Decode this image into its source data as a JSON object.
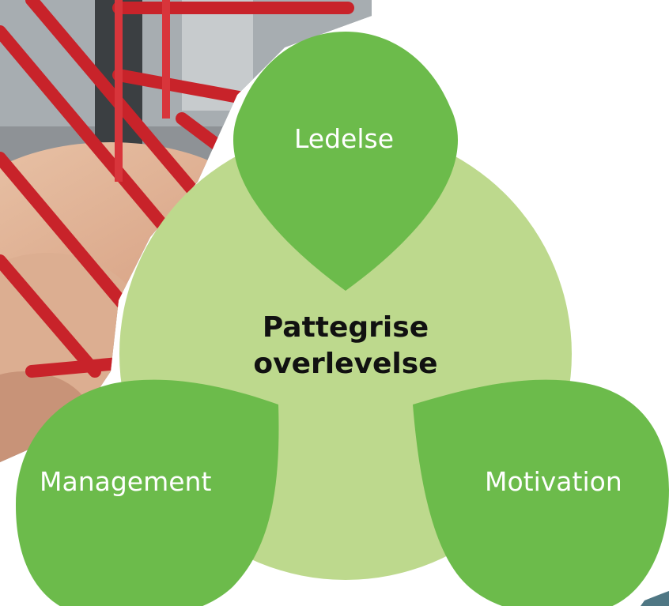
{
  "diagram": {
    "center": {
      "line1": "Pattegrise",
      "line2": "overlevelse"
    },
    "petals": {
      "top": "Ledelse",
      "left": "Management",
      "right": "Motivation"
    },
    "colors": {
      "outer_circle": "#bdd98d",
      "petal": "#6cbb4b",
      "petal_text": "#ffffff",
      "center_text": "#111111"
    }
  }
}
